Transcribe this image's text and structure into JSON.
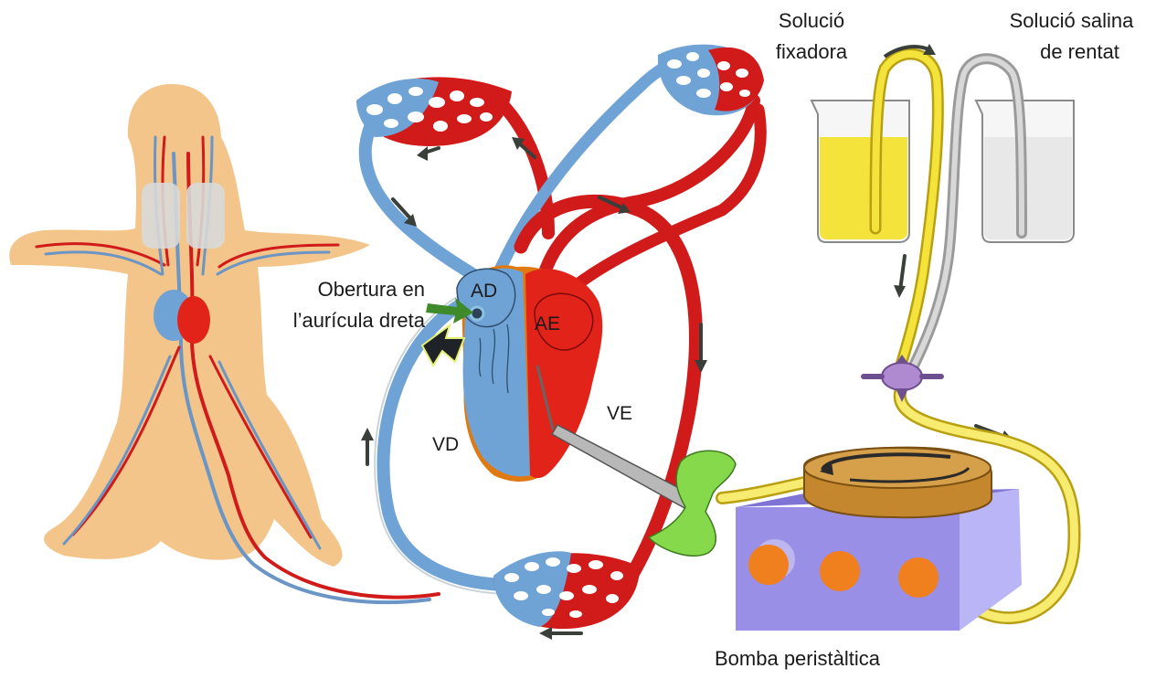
{
  "labels": {
    "fixative_solution": [
      "Solució",
      "fixadora"
    ],
    "saline_solution": [
      "Solució salina",
      "de rentat"
    ],
    "right_atrium_opening": [
      "Obertura en",
      "l’aurícula dreta"
    ],
    "peristaltic_pump": "Bomba peristàltica",
    "right_atrium": "AD",
    "left_atrium": "AE",
    "right_ventricle": "VD",
    "left_ventricle": "VE"
  },
  "colors": {
    "arterial": "#d11a1a",
    "venous": "#6fa3d6",
    "rat_body": "#f3c58a",
    "fixative": "#f3e33a",
    "saline": "#bdbdbd",
    "pump_body": "#9a8fe6",
    "pump_buttons": "#f07f1d",
    "clamp": "#86d94a",
    "arrow": "#3a3f3a",
    "opening_arrow": "#3f8a2a"
  },
  "icons": [
    "flow-arrow-icon",
    "opening-arrow-icon",
    "needle-icon",
    "clamp-icon",
    "valve-icon"
  ]
}
